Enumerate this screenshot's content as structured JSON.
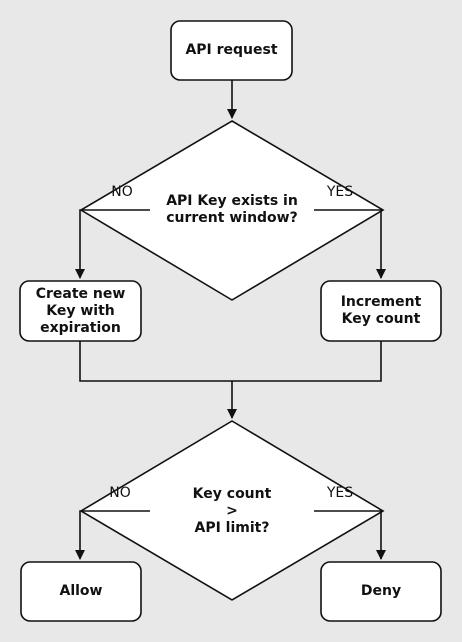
{
  "diagram": {
    "colors": {
      "background": "#e8e8e8",
      "node_fill": "#ffffff",
      "stroke": "#111111"
    },
    "nodes": {
      "start": "API request",
      "decision1": "API Key exists in\ncurrent window?",
      "create_key": "Create new\nKey with\nexpiration",
      "increment": "Increment\nKey count",
      "decision2": "Key count\n>\nAPI limit?",
      "allow": "Allow",
      "deny": "Deny"
    },
    "edge_labels": {
      "d1_no": "NO",
      "d1_yes": "YES",
      "d2_no": "NO",
      "d2_yes": "YES"
    }
  }
}
